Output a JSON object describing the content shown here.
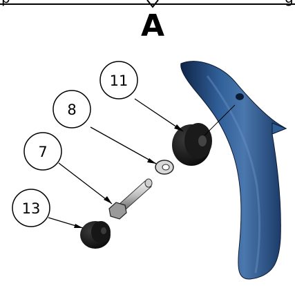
{
  "header": {
    "left_fragment": "p",
    "right_fragment": "g"
  },
  "view": {
    "label": "A"
  },
  "callouts": [
    {
      "id": "balloon-11",
      "text": "11"
    },
    {
      "id": "balloon-8",
      "text": "8"
    },
    {
      "id": "balloon-7",
      "text": "7"
    },
    {
      "id": "balloon-13",
      "text": "13"
    }
  ],
  "colors": {
    "part_blue": "#2e5a8f",
    "part_blue_dark": "#132a4f",
    "rubber_black": "#111111",
    "line": "#000000"
  }
}
